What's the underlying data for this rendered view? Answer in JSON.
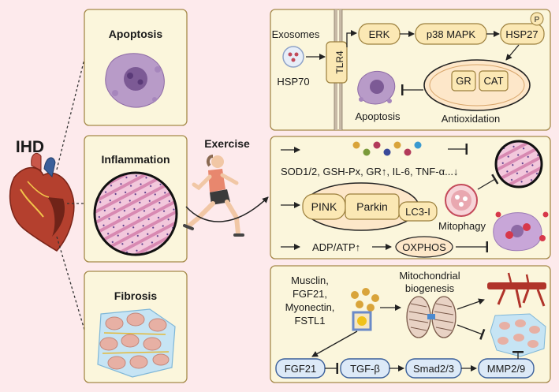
{
  "left": {
    "ihd": "IHD",
    "apoptosis_title": "Apoptosis",
    "inflammation_title": "Inflammation",
    "fibrosis_title": "Fibrosis",
    "exercise": "Exercise"
  },
  "top_panel": {
    "exosomes": "Exosomes",
    "hsp70": "HSP70",
    "tlr4": "TLR4",
    "erk": "ERK",
    "p38": "p38 MAPK",
    "hsp27": "HSP27",
    "p_badge": "P",
    "gr": "GR",
    "cat": "CAT",
    "apoptosis": "Apoptosis",
    "antioxidation": "Antioxidation"
  },
  "middle_panel": {
    "markers": "SOD1/2, GSH-Px, GR↑, IL-6, TNF-α...↓",
    "pink": "PINK",
    "parkin": "Parkin",
    "lc3": "LC3-I",
    "mitophagy": "Mitophagy",
    "adp_atp": "ADP/ATP↑",
    "oxphos": "OXPHOS"
  },
  "bottom_panel": {
    "myokines": [
      "Musclin,",
      "FGF21,",
      "Myonectin,",
      "FSTL1"
    ],
    "mito_bio": [
      "Mitochondrial",
      "biogenesis"
    ],
    "fgf21": "FGF21",
    "tgfb": "TGF-β",
    "smad": "Smad2/3",
    "mmp": "MMP2/9"
  },
  "colors": {
    "background": "#fdeaec",
    "panel_fill": "#fbf6dc",
    "panel_border": "#a58a4a",
    "box_fill": "#fbe8b4",
    "box_border": "#9b7f3c",
    "oval_fill": "#dce9f7",
    "oval_border": "#3a5f9a",
    "purple": "#8d6aa5",
    "heart": "#b4402e"
  }
}
